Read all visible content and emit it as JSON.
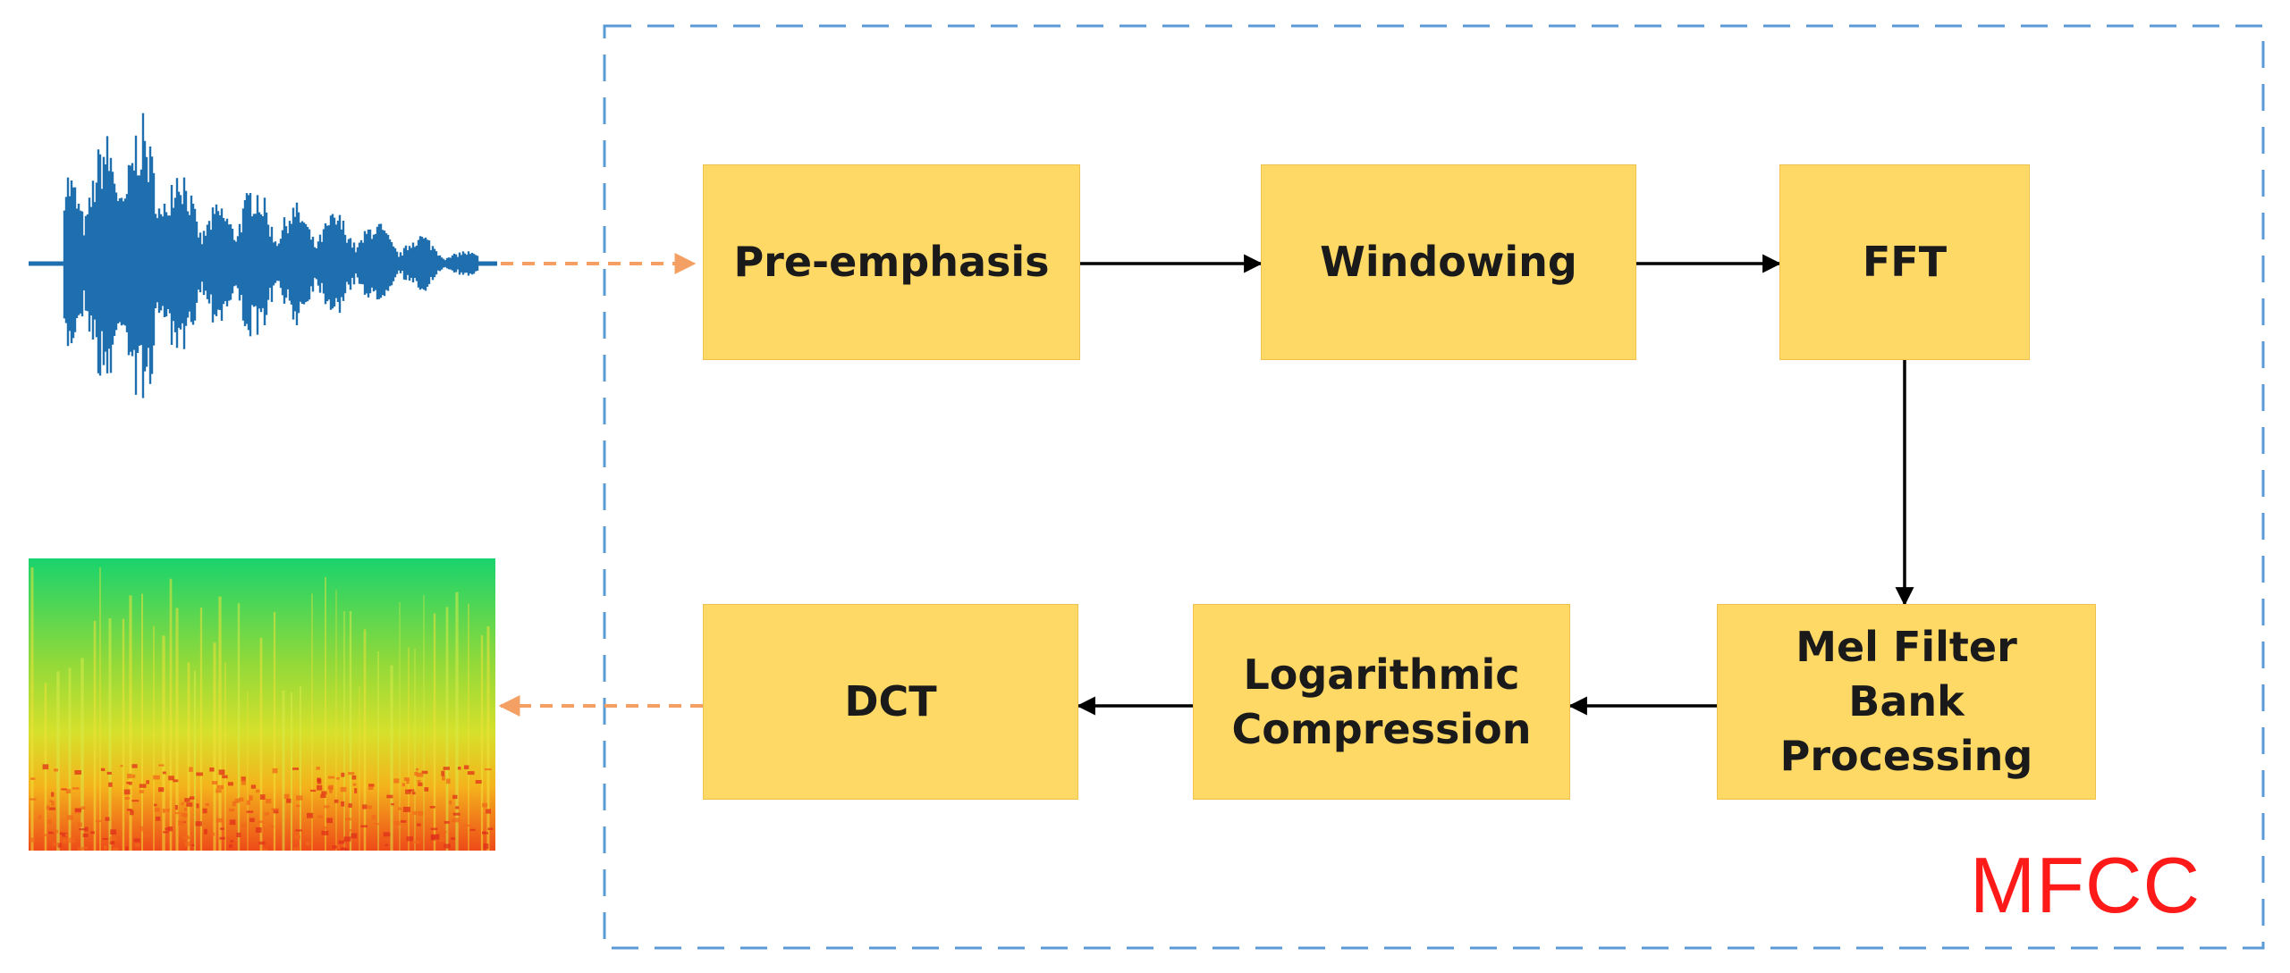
{
  "diagram": {
    "group_label": "MFCC",
    "steps": {
      "pre_emphasis": "Pre-emphasis",
      "windowing": "Windowing",
      "fft": "FFT",
      "mel_filter_bank": [
        "Mel Filter",
        "Bank",
        "Processing"
      ],
      "log_compression": [
        "Logarithmic",
        "Compression"
      ],
      "dct": "DCT"
    },
    "colors": {
      "box_fill": "#FFD966",
      "group_border": "#5B9BD5",
      "dashed_arrow": "#F4A064",
      "solid_arrow": "#000000",
      "waveform": "#1F6FAF",
      "label": "#FF1A1A"
    },
    "icons": {
      "input": "audio-waveform-icon",
      "output": "spectrogram-icon"
    }
  }
}
